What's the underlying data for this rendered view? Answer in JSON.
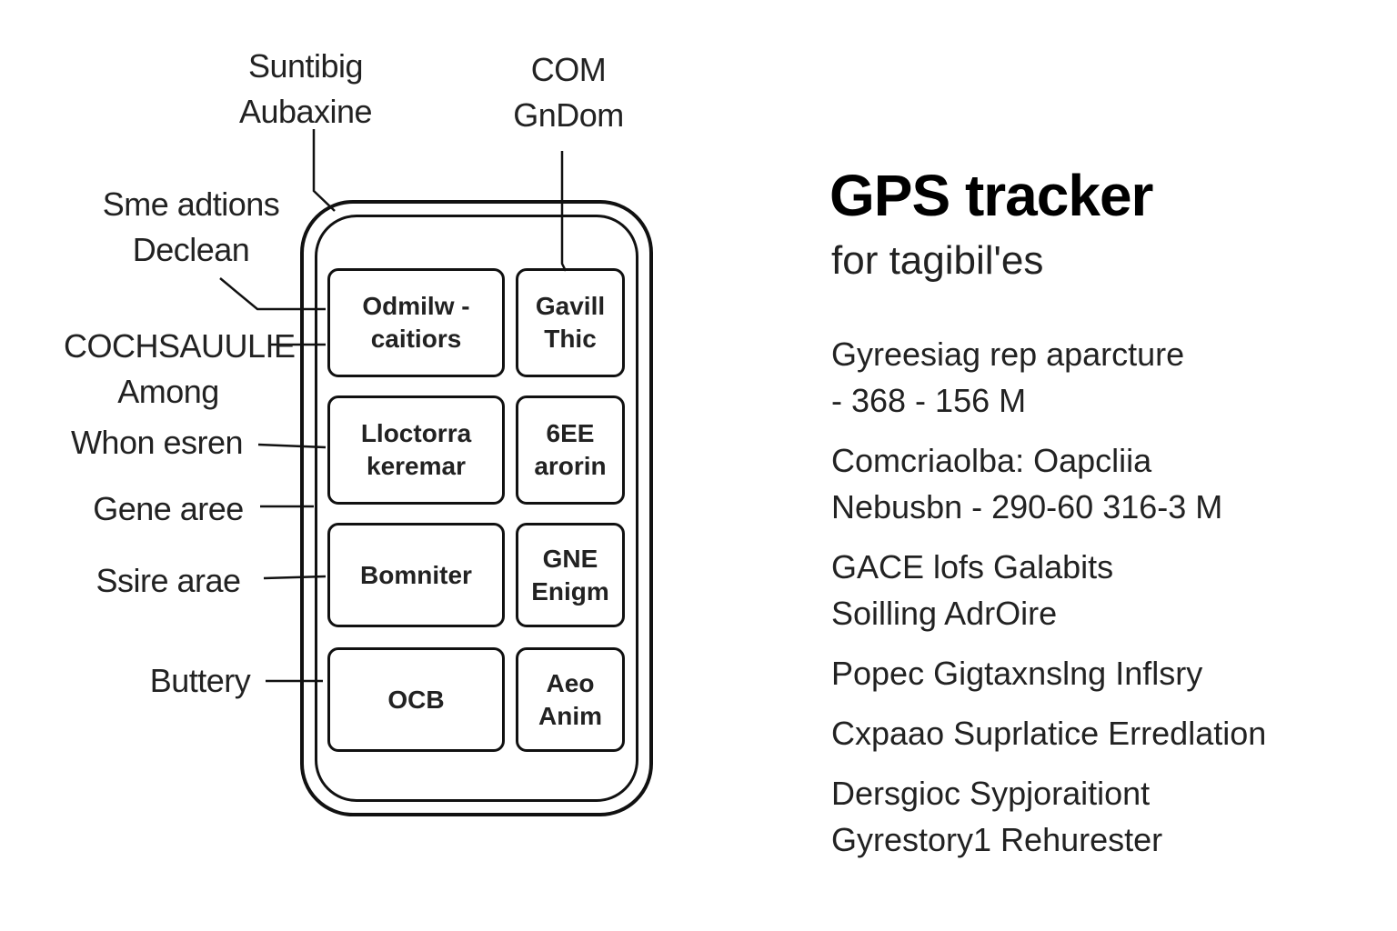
{
  "callouts": {
    "top_left": [
      "Suntibig",
      "Aubaxine"
    ],
    "top_right": [
      "COM",
      "GnDom"
    ],
    "left_1": [
      "Sme adtions",
      "Declean"
    ],
    "left_2": [
      "COCHSAUULIE",
      "Among"
    ],
    "left_3": [
      "Whon esren"
    ],
    "left_4": [
      "Gene aree"
    ],
    "left_5": [
      "Ssire arae"
    ],
    "left_6": [
      "Buttery"
    ]
  },
  "device": {
    "components": [
      [
        "Odmilw -",
        "caitiors"
      ],
      [
        "Gavill",
        "Thic"
      ],
      [
        "Lloctorra",
        "keremar"
      ],
      [
        "6EE",
        "arorin"
      ],
      [
        "Bomniter"
      ],
      [
        "GNE",
        "Enigm"
      ],
      [
        "OCB"
      ],
      [
        "Aeo",
        "Anim"
      ]
    ]
  },
  "specs": {
    "title": "GPS tracker",
    "subtitle": "for tagibil'es",
    "items": [
      [
        "Gyreesiag rep aparcture",
        "- 368 - 156 M"
      ],
      [
        "Comcriaolba: Oapcliia",
        "Nebusbn - 290-60  316-3 M"
      ],
      [
        "GACE lofs  Galabits",
        "Soilling AdrOire"
      ],
      [
        "Popec Gigtaxnslng Inflsry"
      ],
      [
        "Cxpaao Suprlatice Erredlation"
      ],
      [
        "Dersgioc Sypjoraitiont",
        "Gyrestory1 Rehurester"
      ]
    ]
  }
}
